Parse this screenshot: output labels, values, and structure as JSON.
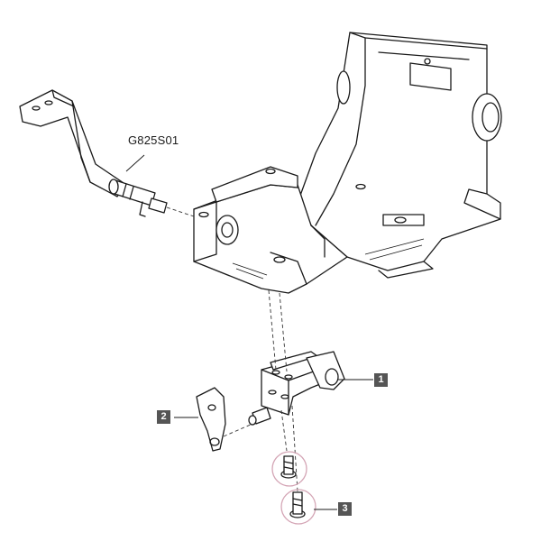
{
  "part_code": "G825S01",
  "callouts": [
    {
      "number": "1"
    },
    {
      "number": "2"
    },
    {
      "number": "3"
    }
  ],
  "colors": {
    "line": "#1a1a1a",
    "callout_box": "#555555",
    "highlight_circle": "#d4a5b5"
  }
}
